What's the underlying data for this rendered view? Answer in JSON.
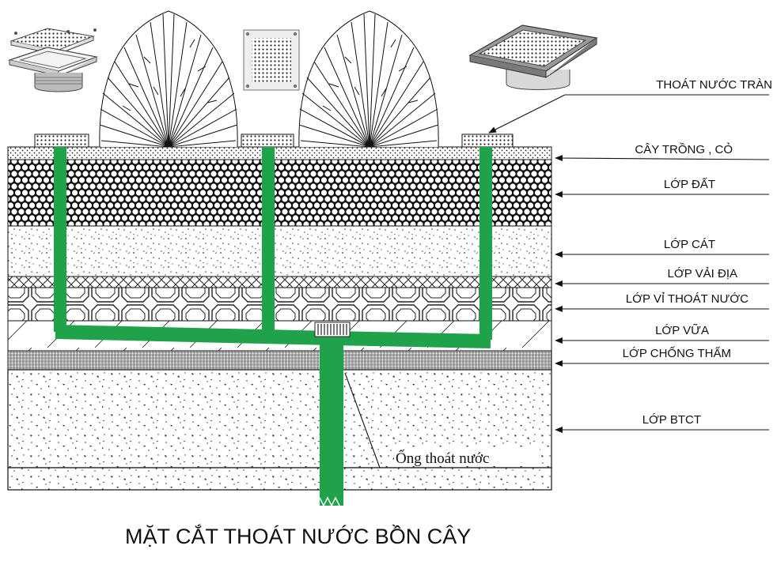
{
  "title": "MẶT CẮT THOÁT NƯỚC BỒN CÂY",
  "pipe_label": "Ống thoát nước",
  "layers": [
    {
      "id": "overflow",
      "label": "THOÁT NƯỚC TRÀN"
    },
    {
      "id": "plants",
      "label": "CÂY TRỒNG , CỎ"
    },
    {
      "id": "soil",
      "label": "LỚP ĐẤT"
    },
    {
      "id": "sand",
      "label": "LỚP CÁT"
    },
    {
      "id": "geotextile",
      "label": "LỚP VẢI ĐỊA"
    },
    {
      "id": "drain-cell",
      "label": "LỚP VỈ THOÁT NƯỚC"
    },
    {
      "id": "mortar",
      "label": "LỚP VỮA"
    },
    {
      "id": "waterproof",
      "label": "LỚP CHỐNG THẤM"
    },
    {
      "id": "concrete",
      "label": "LỚP BTCT"
    }
  ],
  "colors": {
    "pipe": "#1fa24a",
    "line": "#111111",
    "background": "#ffffff"
  },
  "icons": [
    "floor-drain-exploded-icon",
    "drain-grate-icon",
    "square-floor-drain-icon",
    "plant-icon"
  ]
}
